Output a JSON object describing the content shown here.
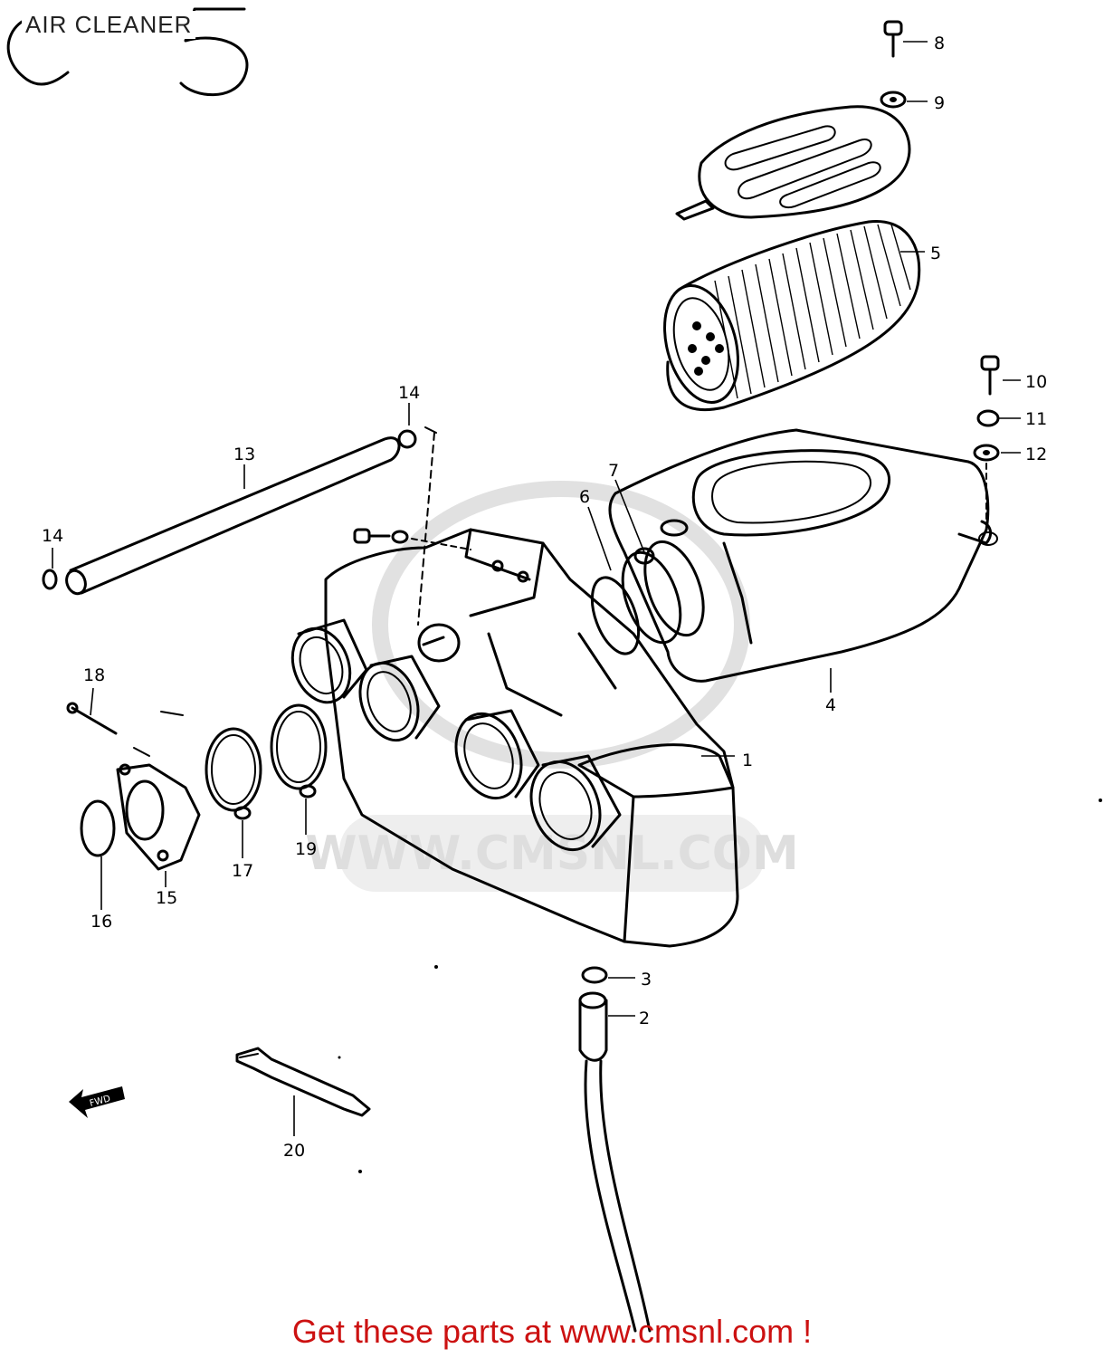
{
  "diagram": {
    "title": "AIR CLEANER",
    "section_mark": "C 5",
    "watermark": "WWW.CMSNL.COM",
    "fwd_arrow_label": "FWD",
    "parts": [
      "1",
      "2",
      "3",
      "4",
      "5",
      "6",
      "7",
      "8",
      "9",
      "10",
      "11",
      "12",
      "13",
      "14",
      "14",
      "15",
      "16",
      "17",
      "18",
      "19",
      "20"
    ]
  },
  "footer": {
    "cta": "Get these parts at www.cmsnl.com !",
    "cta_color": "#cc1111"
  }
}
